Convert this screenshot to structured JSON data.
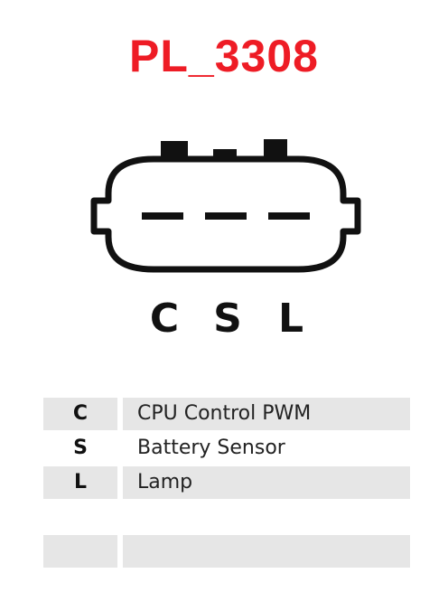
{
  "title": "PL_3308",
  "colors": {
    "title": "#ee1c25",
    "outline": "#111111",
    "row_shade": "#e6e6e6",
    "text": "#222222"
  },
  "connector": {
    "pins": [
      "C",
      "S",
      "L"
    ]
  },
  "pin_table": {
    "rows": [
      {
        "code": "C",
        "description": "CPU Control PWM"
      },
      {
        "code": "S",
        "description": "Battery Sensor"
      },
      {
        "code": "L",
        "description": "Lamp"
      },
      {
        "code": "",
        "description": ""
      }
    ]
  }
}
